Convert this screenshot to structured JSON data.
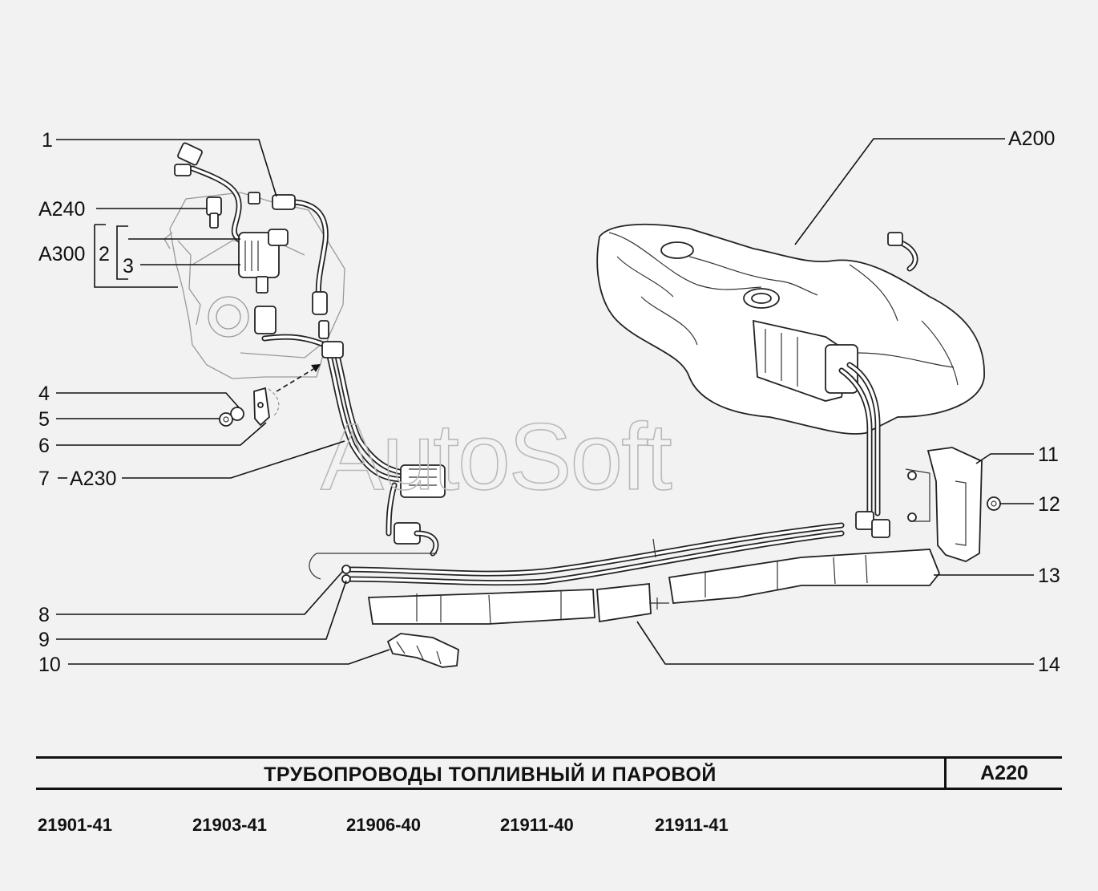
{
  "watermark": "AutoSoft",
  "callouts": {
    "c1": "1",
    "c2": "2",
    "c3": "3",
    "c4": "4",
    "c5": "5",
    "c6": "6",
    "c7": "7",
    "c8": "8",
    "c9": "9",
    "c10": "10",
    "c11": "11",
    "c12": "12",
    "c13": "13",
    "c14": "14",
    "a200": "A200",
    "a230": "A230",
    "a240": "A240",
    "a300": "A300"
  },
  "title": {
    "text": "ТРУБОПРОВОДЫ ТОПЛИВНЫЙ И ПАРОВОЙ",
    "code": "A220"
  },
  "models": [
    "21901-41",
    "21903-41",
    "21906-40",
    "21911-40",
    "21911-41"
  ]
}
